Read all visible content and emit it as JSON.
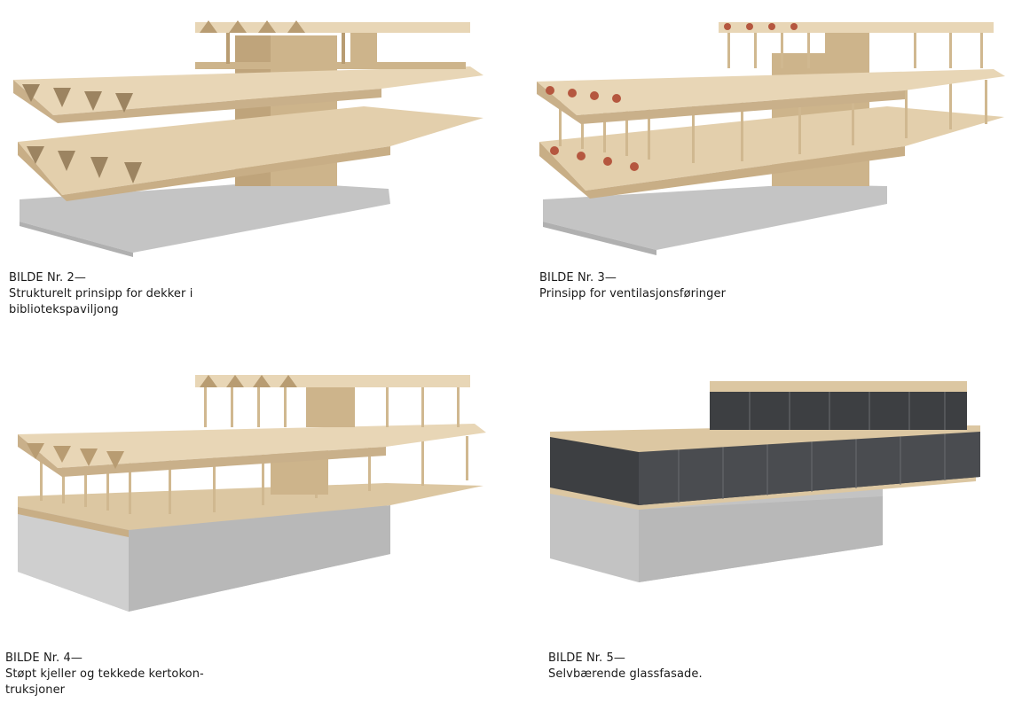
{
  "figures": [
    {
      "label": "BILDE Nr. 2—",
      "lines": [
        "Strukturelt prinsipp for dekker i",
        "bibliotekspaviljong"
      ]
    },
    {
      "label": "BILDE Nr. 3—",
      "lines": [
        "Prinsipp for ventilasjonsføringer"
      ]
    },
    {
      "label": "BILDE Nr. 4—",
      "lines": [
        "Støpt kjeller og tekkede kertokon-",
        "truksjoner"
      ]
    },
    {
      "label": "BILDE Nr. 5—",
      "lines": [
        "Selvbærende glassfasade."
      ]
    }
  ],
  "colors": {
    "wood": "#d9c19b",
    "wood_light": "#e8d6b6",
    "wood_dark": "#b89c72",
    "concrete": "#c3c3c3",
    "concrete_dark": "#a9a9a9",
    "glass": "#3d3f42",
    "duct": "#b5573f",
    "ground": "#c9c9c9"
  }
}
